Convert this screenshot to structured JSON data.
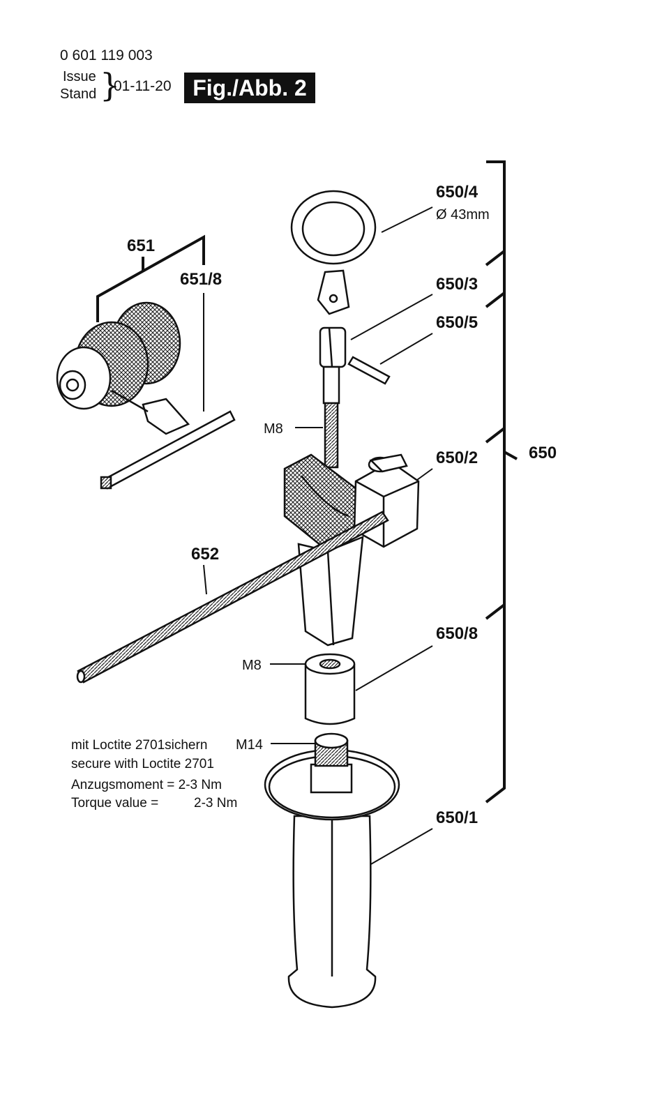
{
  "header": {
    "part_number": "0 601 119 003",
    "issue_label": "Issue",
    "stand_label": "Stand",
    "date": "01-11-20",
    "figure": "Fig./Abb. 2"
  },
  "labels": {
    "p650": "650",
    "p650_1": "650/1",
    "p650_2": "650/2",
    "p650_3": "650/3",
    "p650_4": "650/4",
    "p650_4_dia": "Ø 43mm",
    "p650_5": "650/5",
    "p650_8": "650/8",
    "p651": "651",
    "p651_8": "651/8",
    "p652": "652",
    "m8_upper": "M8",
    "m8_lower": "M8",
    "m14": "M14"
  },
  "notes": {
    "line1": "mit Loctite 2701sichern",
    "line2": "secure with Loctite 2701",
    "line3": "Anzugsmoment = 2-3 Nm",
    "line4": "Torque value =",
    "line4_val": "2-3 Nm"
  }
}
